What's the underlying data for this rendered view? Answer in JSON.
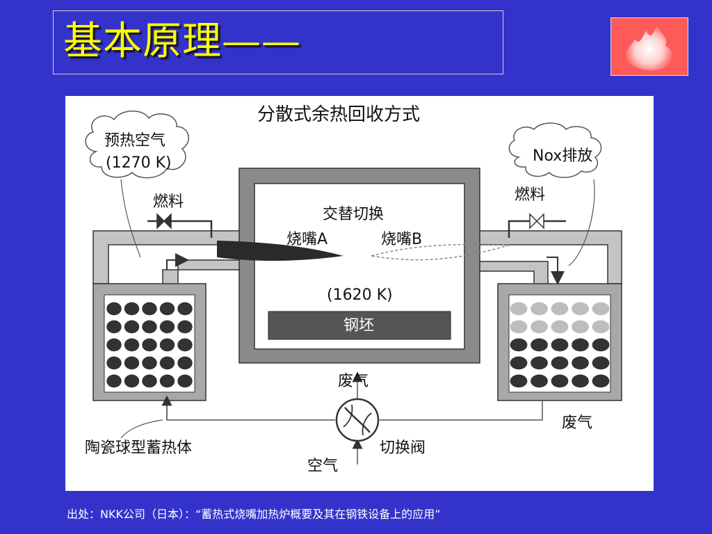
{
  "slide": {
    "title": "基本原理——",
    "source": "出处：NKK公司（日本）：“蓄热式烧嘴加热炉概要及其在钢铁设备上的应用”"
  },
  "diagram": {
    "heading": "分散式余热回收方式",
    "preheat_air": "预热空气",
    "preheat_temp": "(1270 K)",
    "nox_exhaust": "Nox排放",
    "fuel_left": "燃料",
    "fuel_right": "燃料",
    "alternate_switch": "交替切换",
    "burner_a": "烧嘴A",
    "burner_b": "烧嘴B",
    "furnace_temp": "(1620 K)",
    "billet": "钢坯",
    "waste_gas_center": "废气",
    "waste_gas_right": "废气",
    "ceramic_balls": "陶瓷球型蓄热体",
    "switch_valve": "切换阀",
    "air": "空气"
  },
  "colors": {
    "background": "#3333cc",
    "title": "#ffff00",
    "logo": "#ff5a5a",
    "wall": "#8a8a8a",
    "billet": "#555555",
    "ball": "#333333"
  }
}
